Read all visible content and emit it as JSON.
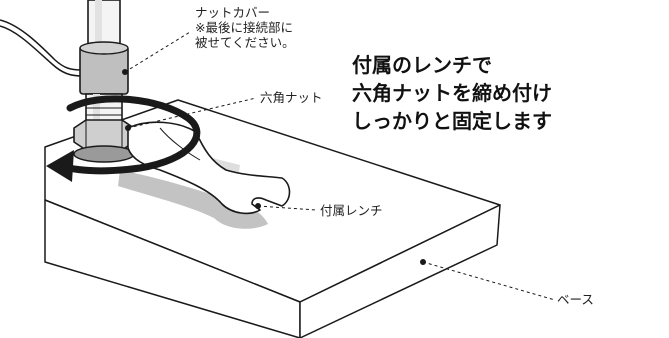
{
  "labels": {
    "nut_cover": {
      "line1": "ナットカバー",
      "line2": "※最後に接続部に",
      "line3": "被せてください。"
    },
    "hex_nut": "六角ナット",
    "wrench": "付属レンチ",
    "base": "ベース"
  },
  "headline": {
    "line1": "付属のレンチで",
    "line2": "六角ナットを締め付け",
    "line3": "しっかりと固定します"
  }
}
